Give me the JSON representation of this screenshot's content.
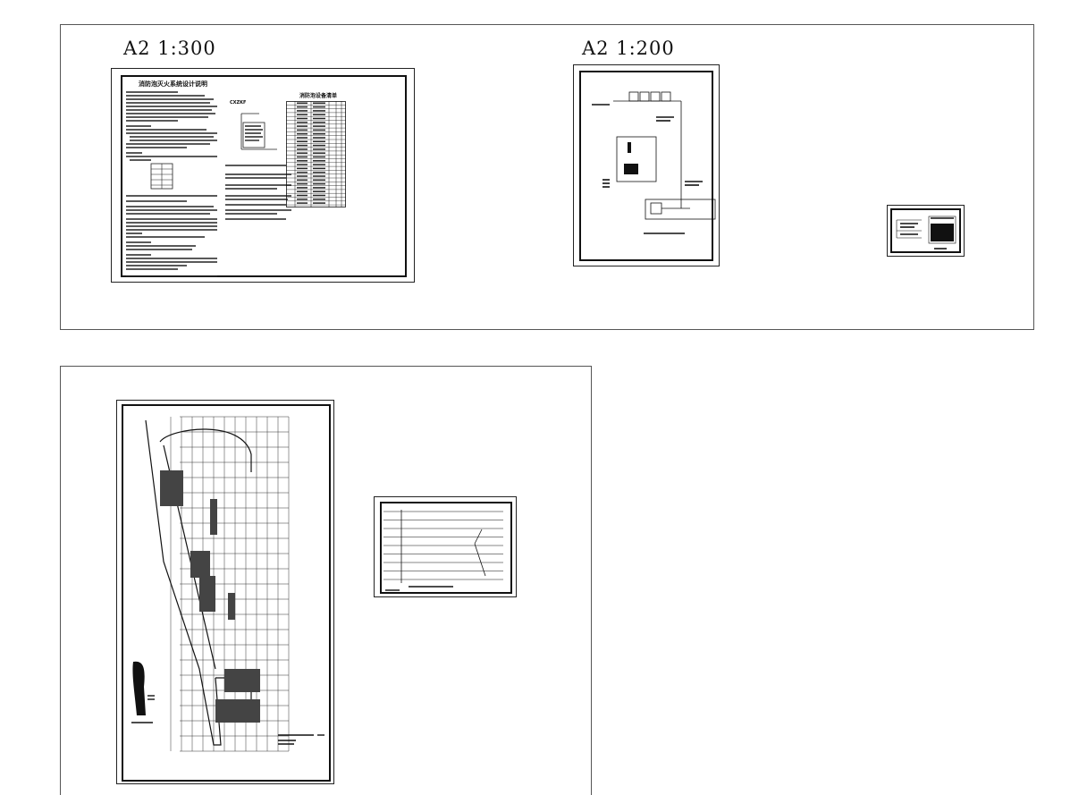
{
  "sheets": [
    {
      "name": "top-left-sheet",
      "scale_label": "A2   1:300",
      "drawing_title": "消防泡灭火系统设计说明",
      "subtitle_left": "CXZKF",
      "table_title": "消防泡设备清单"
    },
    {
      "name": "top-right-sheet",
      "scale_label": "A2   1:200"
    },
    {
      "name": "bottom-left-sheet"
    }
  ],
  "colors": {
    "line": "#111111",
    "frame": "#555555",
    "background": "#ffffff"
  }
}
